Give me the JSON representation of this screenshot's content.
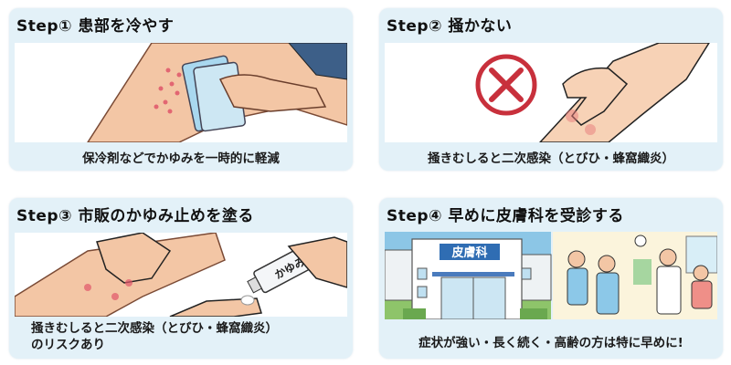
{
  "steps": [
    {
      "title": "Step① 患部を冷やす",
      "caption": "保冷剤などでかゆみを一時的に軽減",
      "illustration": "cold-pack-on-rash"
    },
    {
      "title": "Step② 掻かない",
      "caption": "掻きむしると二次感染（とびひ・蜂窩織炎）",
      "illustration": "scratching-prohibited",
      "icon": "red-x-circle-icon"
    },
    {
      "title": "Step③ 市販のかゆみ止めを塗る",
      "caption_line1": "掻きむしると二次感染（とびひ・蜂窩織炎）",
      "caption_line2": "のリスクあり",
      "illustration": "applying-ointment",
      "tube_label": "かゆみ"
    },
    {
      "title": "Step④ 早めに皮膚科を受診する",
      "caption": "症状が強い・長く続く・高齢の方は特に早めに!",
      "illustration": "dermatology-clinic",
      "clinic_sign": "皮膚科"
    }
  ],
  "colors": {
    "panel_bg": "#e3f1f8",
    "skin": "#f3c6a5",
    "rash": "#e0566a",
    "x_red": "#c8303c",
    "sign_blue": "#2f6db3"
  }
}
